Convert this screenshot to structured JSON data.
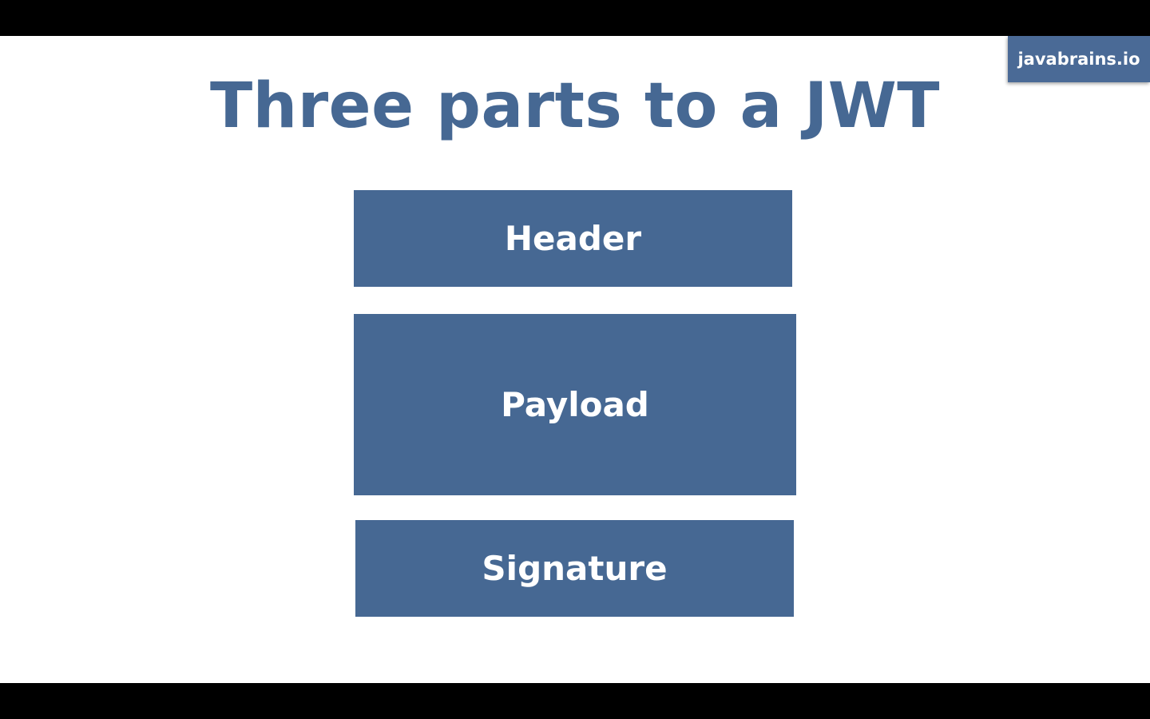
{
  "brand": {
    "label": "javabrains.io"
  },
  "slide": {
    "title": "Three parts to a JWT"
  },
  "parts": [
    {
      "label": "Header"
    },
    {
      "label": "Payload"
    },
    {
      "label": "Signature"
    }
  ],
  "colors": {
    "accent": "#466893",
    "background": "#ffffff",
    "letterbox": "#000000",
    "box_text": "#ffffff"
  }
}
